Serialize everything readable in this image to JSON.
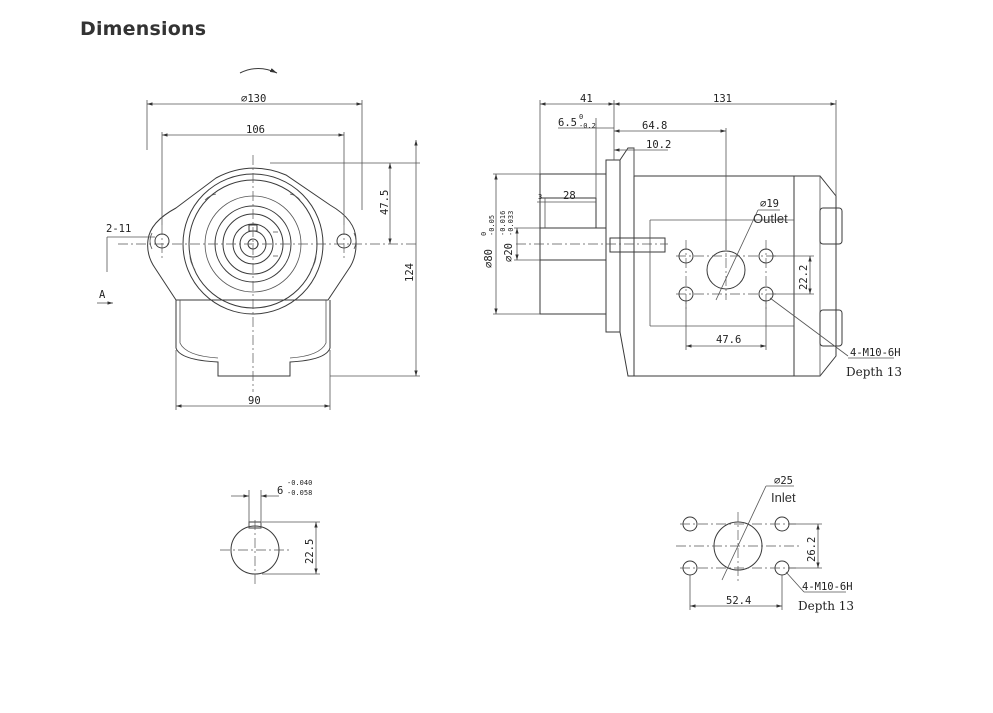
{
  "page": {
    "title": "Dimensions"
  },
  "front_view": {
    "d130": "⌀130",
    "d106": "106",
    "d47_5": "47.5",
    "d124": "124",
    "d2_11": "2-11",
    "d90": "90",
    "arrow_a": "A"
  },
  "side_view": {
    "d41": "41",
    "d131": "131",
    "d6_5": "6.5",
    "d6_5_tol_upper": "0",
    "d6_5_tol_lower": "-0.2",
    "d64_8": "64.8",
    "d10_2": "10.2",
    "d3": "3",
    "d28": "28",
    "d80": "⌀80",
    "d80_tol_upper": "0",
    "d80_tol_lower": "-0.05",
    "d20": "⌀20",
    "d20_tol_upper": "-0.016",
    "d20_tol_lower": "-0.033",
    "d19": "⌀19",
    "outlet": "Outlet",
    "d22_2": "22.2",
    "d47_6": "47.6",
    "thread": "4-M10-6H",
    "depth": "Depth 13"
  },
  "shaft_section": {
    "d6": "6",
    "d6_tol_upper": "-0.040",
    "d6_tol_lower": "-0.058",
    "d22_5": "22.5"
  },
  "inlet_view": {
    "d25": "⌀25",
    "inlet": "Inlet",
    "d26_2": "26.2",
    "d52_4": "52.4",
    "thread": "4-M10-6H",
    "depth": "Depth 13"
  }
}
